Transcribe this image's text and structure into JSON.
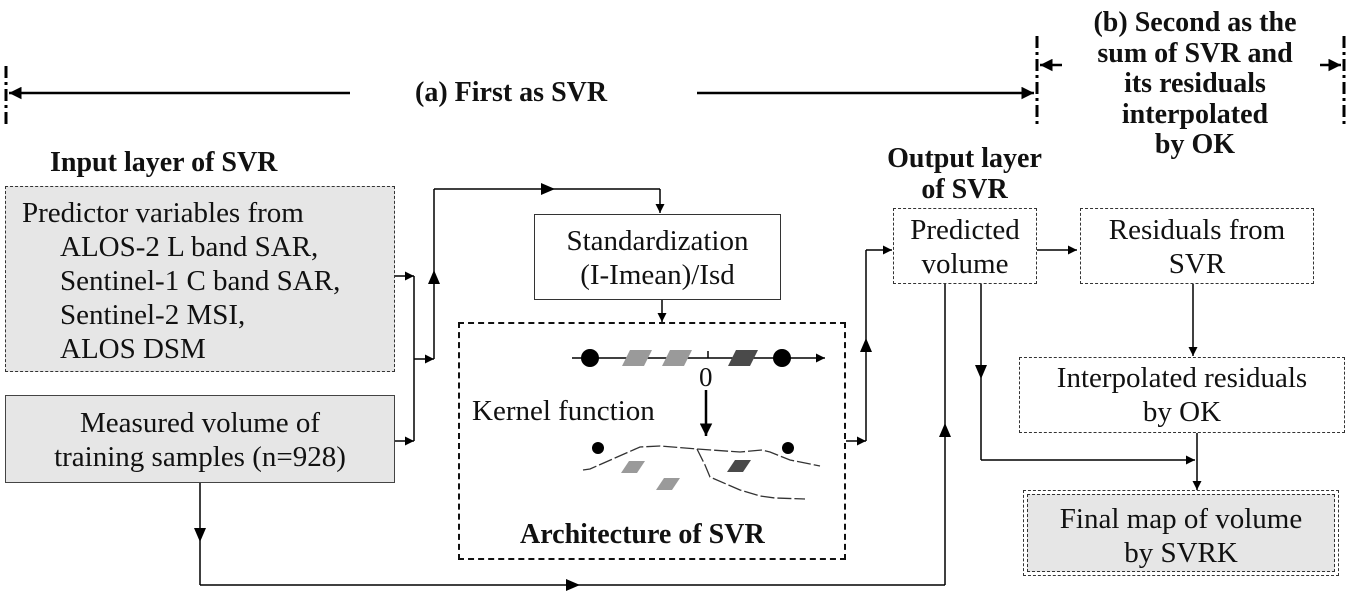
{
  "sections": {
    "a_label": "(a) First as SVR",
    "b_label_lines": [
      "(b) Second as the",
      "sum of SVR and",
      "its residuals",
      "interpolated",
      "by OK"
    ]
  },
  "input_layer": {
    "heading": "Input layer of SVR",
    "predictors": {
      "title": "Predictor variables from",
      "items": [
        "ALOS-2 L band SAR,",
        "Sentinel-1 C band SAR,",
        "Sentinel-2 MSI,",
        "ALOS DSM"
      ]
    },
    "measured": [
      "Measured volume of",
      "training samples (n=928)"
    ]
  },
  "standardization": [
    "Standardization",
    "(I-Imean)/Isd"
  ],
  "architecture": {
    "title": "Architecture of SVR",
    "kernel_label": "Kernel function",
    "axis_zero": "0"
  },
  "output_layer": {
    "heading_lines": [
      "Output layer",
      "of SVR"
    ],
    "predicted": [
      "Predicted",
      "volume"
    ]
  },
  "residuals": [
    "Residuals from",
    "SVR"
  ],
  "interpolated": [
    "Interpolated residuals",
    "by OK"
  ],
  "final_map": [
    "Final map of volume",
    "by SVRK"
  ],
  "colors": {
    "light_marker": "#9a9a9a",
    "dark_marker": "#4a4a4a",
    "input_fill": "#e6e6e6"
  }
}
